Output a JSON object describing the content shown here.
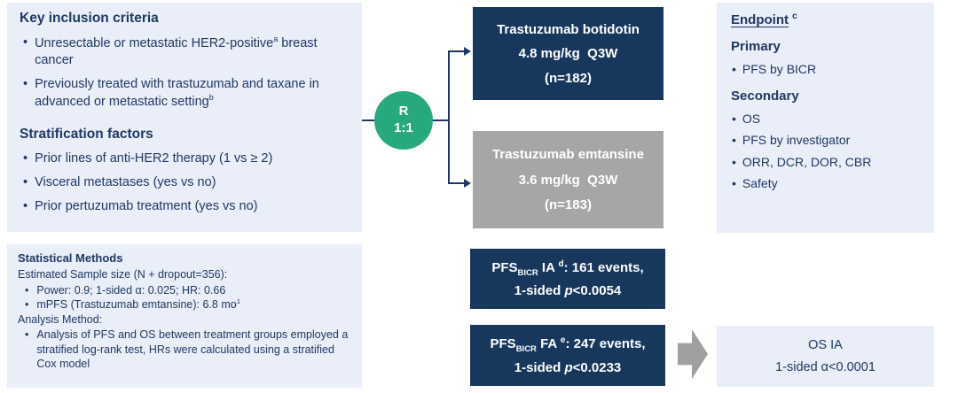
{
  "colors": {
    "navy_box": "#17375D",
    "text_navy": "#1F3864",
    "panel_blue": "#E9EEF8",
    "gray_box": "#A6A6A6",
    "green_badge": "#28A87E",
    "arrow_gray": "#A0A0A0"
  },
  "inclusion": {
    "title": "Key inclusion criteria",
    "bullet1_pre": "Unresectable or metastatic HER2-positive",
    "bullet1_sup": "a",
    "bullet1_post": " breast cancer",
    "bullet2_pre": "Previously treated with trastuzumab and taxane in advanced or metastatic setting",
    "bullet2_sup": "b",
    "strat_title": "Stratification factors",
    "strat_bullets": [
      "Prior lines of anti-HER2 therapy (1 vs ≥ 2)",
      "Visceral metastases (yes vs no)",
      "Prior pertuzumab treatment (yes vs no)"
    ]
  },
  "stats": {
    "title": "Statistical Methods",
    "line1": "Estimated Sample size (N + dropout=356):",
    "bullet1": "Power: 0.9; 1-sided α: 0.025; HR: 0.66",
    "bullet2_pre": "mPFS (Trastuzumab emtansine): 6.8 mo",
    "bullet2_sup": "1",
    "line2": "Analysis Method:",
    "bullet3": "Analysis of PFS and OS between treatment groups employed a stratified log-rank test, HRs were calculated using a stratified Cox model"
  },
  "randomization": {
    "letter": "R",
    "ratio": "1:1"
  },
  "arm1": {
    "line1": "Trastuzumab botidotin",
    "line2": "4.8 mg/kg  Q3W",
    "line3": "(n=182)"
  },
  "arm2": {
    "line1": "Trastuzumab emtansine",
    "line2": "3.6 mg/kg  Q3W",
    "line3": "(n=183)"
  },
  "endpoints": {
    "title": "Endpoint",
    "title_sup": "c",
    "primary_label": "Primary",
    "primary_bullets": [
      "PFS by BICR"
    ],
    "secondary_label": "Secondary",
    "secondary_bullets": [
      "OS",
      "PFS by investigator",
      "ORR, DCR, DOR, CBR",
      "Safety"
    ]
  },
  "pfs_ia": {
    "acronym": "PFS",
    "sub": "BICR",
    "mid": " IA ",
    "sup": "d",
    "tail": ": 161 events,",
    "l2_pre": "1-sided ",
    "l2_ital": "p",
    "l2_post": "<0.0054"
  },
  "pfs_fa": {
    "acronym": "PFS",
    "sub": "BICR",
    "mid": " FA ",
    "sup": "e",
    "tail": ": 247 events,",
    "l2_pre": "1-sided ",
    "l2_ital": "p",
    "l2_post": "<0.0233"
  },
  "os_ia": {
    "line1": "OS IA",
    "line2": "1-sided α<0.0001"
  }
}
